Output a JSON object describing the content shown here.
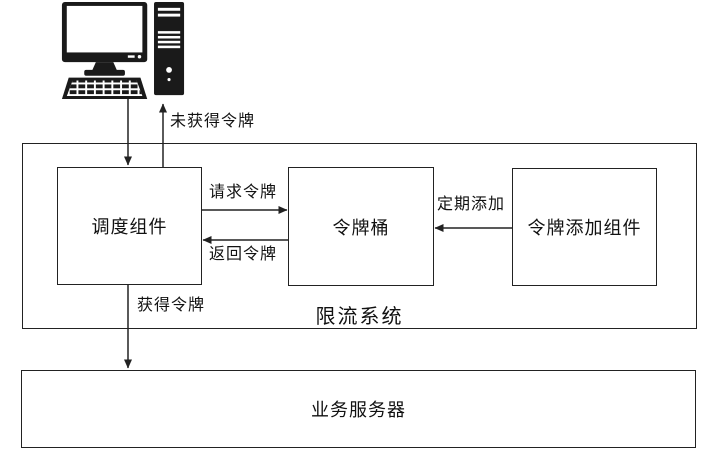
{
  "diagram": {
    "colors": {
      "line": "#222222",
      "text": "#111111",
      "background": "#ffffff"
    },
    "client": {
      "icon": "computer-icon"
    },
    "system": {
      "label": "限流系统"
    },
    "nodes": {
      "scheduler": {
        "label": "调度组件"
      },
      "bucket": {
        "label": "令牌桶"
      },
      "adder": {
        "label": "令牌添加组件"
      },
      "server": {
        "label": "业务服务器"
      }
    },
    "edges": {
      "no_token": {
        "label": "未获得令牌",
        "direction": "up",
        "from": "调度组件",
        "to": "客户端"
      },
      "request": {
        "label": "请求令牌",
        "direction": "right",
        "from": "调度组件",
        "to": "令牌桶"
      },
      "return": {
        "label": "返回令牌",
        "direction": "left",
        "from": "令牌桶",
        "to": "调度组件"
      },
      "periodic": {
        "label": "定期添加",
        "direction": "left",
        "from": "令牌添加组件",
        "to": "令牌桶"
      },
      "acquired": {
        "label": "获得令牌",
        "direction": "down",
        "from": "调度组件",
        "to": "业务服务器"
      }
    }
  }
}
